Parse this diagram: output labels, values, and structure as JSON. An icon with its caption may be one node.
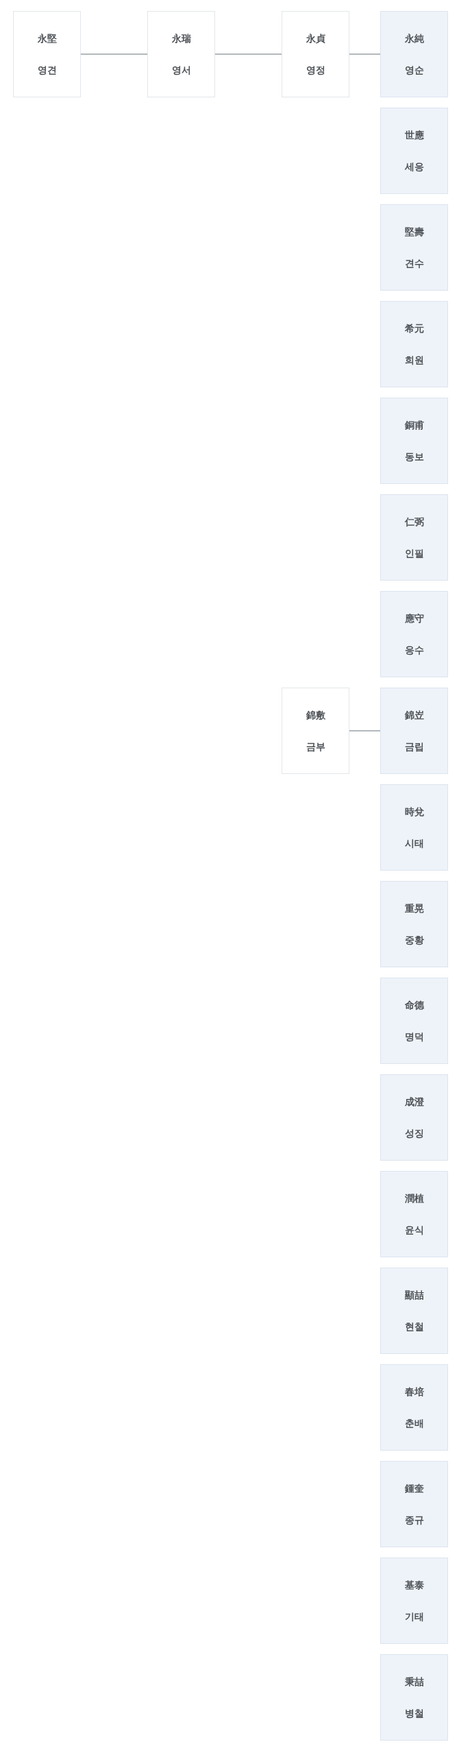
{
  "diagram": {
    "nodes": [
      {
        "text": [
          "永堅",
          "영견"
        ]
      },
      {
        "text": [
          "永瑞",
          "영서"
        ]
      },
      {
        "text": [
          "永貞",
          "영정"
        ]
      },
      {
        "text": [
          "永純",
          "영순"
        ]
      },
      {
        "text": [
          "世應",
          "세응"
        ]
      },
      {
        "text": [
          "堅壽",
          "견수"
        ]
      },
      {
        "text": [
          "希元",
          "희원"
        ]
      },
      {
        "text": [
          "銅甫",
          "동보"
        ]
      },
      {
        "text": [
          "仁弼",
          "인필"
        ]
      },
      {
        "text": [
          "應守",
          "응수"
        ]
      },
      {
        "text": [
          "錦敷",
          "금부"
        ]
      },
      {
        "text": [
          "錦岦",
          "금립"
        ]
      },
      {
        "text": [
          "時兌",
          "시태"
        ]
      },
      {
        "text": [
          "重晃",
          "중황"
        ]
      },
      {
        "text": [
          "命德",
          "명덕"
        ]
      },
      {
        "text": [
          "成澄",
          "성징"
        ]
      },
      {
        "text": [
          "潤植",
          "윤식"
        ]
      },
      {
        "text": [
          "顯喆",
          "현철"
        ]
      },
      {
        "text": [
          "春培",
          "춘배"
        ]
      },
      {
        "text": [
          "鍾奎",
          "종규"
        ]
      },
      {
        "text": [
          "基泰",
          "기태"
        ]
      },
      {
        "text": [
          "秉喆",
          "병철"
        ]
      }
    ],
    "edges": [
      {
        "from": 0,
        "to": 1,
        "arrow": "none"
      },
      {
        "from": 1,
        "to": 2,
        "arrow": "none"
      },
      {
        "from": 2,
        "to": 3,
        "arrow": "none"
      },
      {
        "from": 10,
        "to": 11,
        "arrow": "none"
      }
    ]
  }
}
